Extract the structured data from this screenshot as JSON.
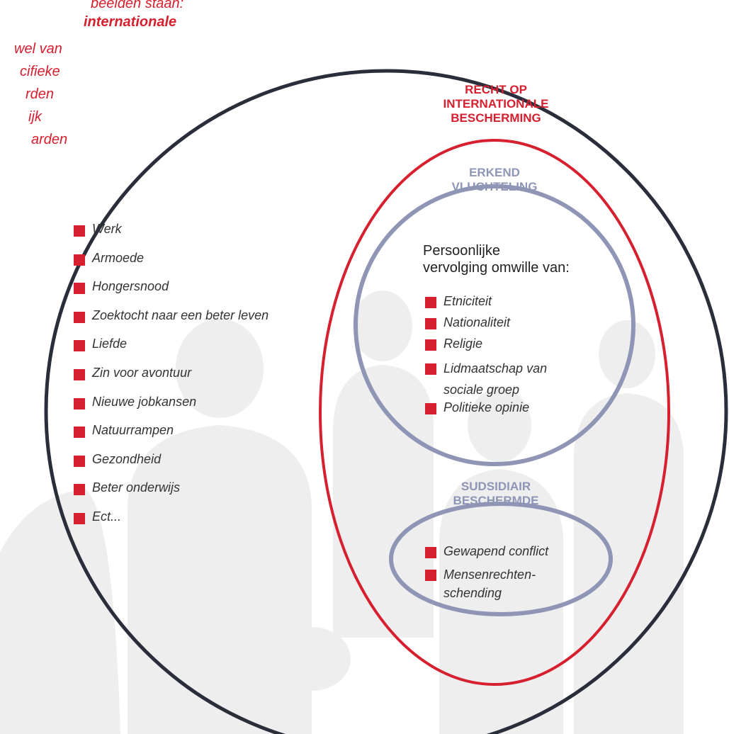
{
  "colors": {
    "red": "#d6202f",
    "grey_ring": "#8e95b5",
    "dark_ring": "#2a2d3a",
    "silhouette": "#eeeeef",
    "text": "#333333"
  },
  "intro_fragment": [
    "beelden staan:",
    "internationale",
    "wel van",
    "cifieke",
    "rden",
    "ijk",
    "arden"
  ],
  "outer_reasons": [
    "Werk",
    "Armoede",
    "Hongersnood",
    "Zoektocht naar een beter leven",
    "Liefde",
    "Zin voor avontuur",
    "Nieuwe jobkansen",
    "Natuurrampen",
    "Gezondheid",
    "Beter onderwijs",
    "Ect..."
  ],
  "protection": {
    "title": "RECHT OP\nINTERNATIONALE\nBESCHERMING"
  },
  "refugee": {
    "title": "ERKEND\nVLUCHTELING",
    "lead": "Persoonlijke\nvervolging omwille van:",
    "grounds": [
      "Etniciteit",
      "Nationaliteit",
      "Religie",
      "Lidmaatschap van\nsociale groep",
      "Politieke opinie"
    ]
  },
  "subsidiary": {
    "title": "SUDSIDIAIR\nBESCHERMDE",
    "grounds": [
      "Gewapend conflict",
      "Mensenrechten-\nschending"
    ]
  }
}
